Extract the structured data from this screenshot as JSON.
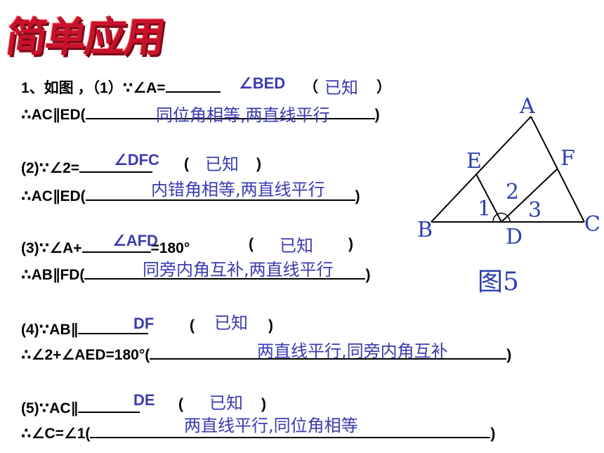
{
  "title": "简单应用",
  "figure": {
    "labels": {
      "A": "A",
      "B": "B",
      "C": "C",
      "D": "D",
      "E": "E",
      "F": "F"
    },
    "angles": {
      "a1": "1",
      "a2": "2",
      "a3": "3"
    },
    "caption": "图5"
  },
  "q1": {
    "line1": "1、如图 ，（1）∵∠A=",
    "answer_angle": "∠BED",
    "open": "（",
    "reason": "已知",
    "close": "）",
    "line2": "∴AC∥ED(",
    "answer2": "同位角相等,两直线平行",
    "end": ")"
  },
  "q2": {
    "line1": "(2)∵∠2=",
    "answer_angle": "∠DFC",
    "open": "(",
    "reason": "已知",
    "close": ")",
    "line2": "∴AC∥ED(",
    "answer2": "内错角相等,两直线平行",
    "end": ")"
  },
  "q3": {
    "line1": "(3)∵∠A+",
    "answer_angle": "∠AFD",
    "mid": "=180°",
    "open": "(",
    "reason": "已知",
    "close": ")",
    "line2": "∴AB∥FD(",
    "answer2": "同旁内角互补,两直线平行",
    "end": ")"
  },
  "q4": {
    "line1": "(4)∵AB∥",
    "answer_line": "DF",
    "open": "(",
    "reason": "已知",
    "close": ")",
    "line2": "∴∠2+∠AED=180°(",
    "answer2": "两直线平行,同旁内角互补",
    "end": ")"
  },
  "q5": {
    "line1": "(5)∵AC∥",
    "answer_line": "DE",
    "open": "(",
    "reason": "已知",
    "close": ")",
    "line2": "∴∠C=∠1(",
    "answer2": "两直线平行,同位角相等",
    "end": ")"
  }
}
